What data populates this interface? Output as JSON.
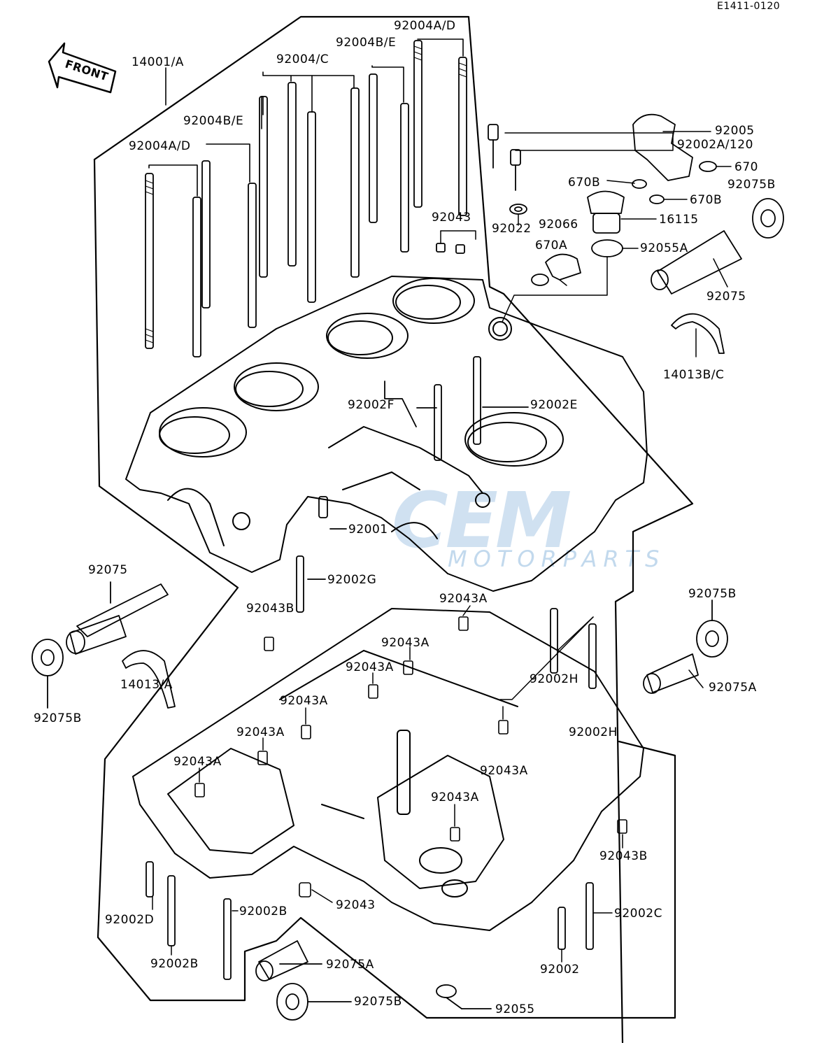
{
  "diagram_code": "E1411-0120",
  "front_arrow": "FRONT",
  "watermark": {
    "logo": "CEM",
    "text": "MOTORPARTS",
    "color": "#78aad7"
  },
  "callouts": [
    {
      "id": "c1",
      "text": "14001/A"
    },
    {
      "id": "c2",
      "text": "92004A/D"
    },
    {
      "id": "c3",
      "text": "92004B/E"
    },
    {
      "id": "c4",
      "text": "92004/C"
    },
    {
      "id": "c5",
      "text": "92004B/E"
    },
    {
      "id": "c6",
      "text": "92004A/D"
    },
    {
      "id": "c7",
      "text": "92002A/120"
    },
    {
      "id": "c8",
      "text": "92005"
    },
    {
      "id": "c9",
      "text": "670"
    },
    {
      "id": "c10",
      "text": "670B"
    },
    {
      "id": "c11",
      "text": "92075B"
    },
    {
      "id": "c12",
      "text": "670B"
    },
    {
      "id": "c13",
      "text": "16115"
    },
    {
      "id": "c14",
      "text": "92043"
    },
    {
      "id": "c15",
      "text": "92022"
    },
    {
      "id": "c16",
      "text": "92066"
    },
    {
      "id": "c17",
      "text": "670A"
    },
    {
      "id": "c18",
      "text": "92055A"
    },
    {
      "id": "c19",
      "text": "92075"
    },
    {
      "id": "c20",
      "text": "14013B/C"
    },
    {
      "id": "c21",
      "text": "92002F"
    },
    {
      "id": "c22",
      "text": "92002E"
    },
    {
      "id": "c23",
      "text": "92001"
    },
    {
      "id": "c24",
      "text": "92002G"
    },
    {
      "id": "c25",
      "text": "92075"
    },
    {
      "id": "c26",
      "text": "92043B"
    },
    {
      "id": "c27",
      "text": "92043A"
    },
    {
      "id": "c28",
      "text": "92075B"
    },
    {
      "id": "c29",
      "text": "92043A"
    },
    {
      "id": "c30",
      "text": "92043A"
    },
    {
      "id": "c31",
      "text": "92002H"
    },
    {
      "id": "c32",
      "text": "92075A"
    },
    {
      "id": "c33",
      "text": "14013/A"
    },
    {
      "id": "c34",
      "text": "92075B"
    },
    {
      "id": "c35",
      "text": "92043A"
    },
    {
      "id": "c36",
      "text": "92002H"
    },
    {
      "id": "c37",
      "text": "92043A"
    },
    {
      "id": "c38",
      "text": "92043A"
    },
    {
      "id": "c39",
      "text": "92043A"
    },
    {
      "id": "c40",
      "text": "92043A"
    },
    {
      "id": "c41",
      "text": "92043B"
    },
    {
      "id": "c42",
      "text": "92002D"
    },
    {
      "id": "c43",
      "text": "92002B"
    },
    {
      "id": "c44",
      "text": "92043"
    },
    {
      "id": "c45",
      "text": "92002C"
    },
    {
      "id": "c46",
      "text": "92002B"
    },
    {
      "id": "c47",
      "text": "92075A"
    },
    {
      "id": "c48",
      "text": "92002"
    },
    {
      "id": "c49",
      "text": "92075B"
    },
    {
      "id": "c50",
      "text": "92055"
    }
  ]
}
